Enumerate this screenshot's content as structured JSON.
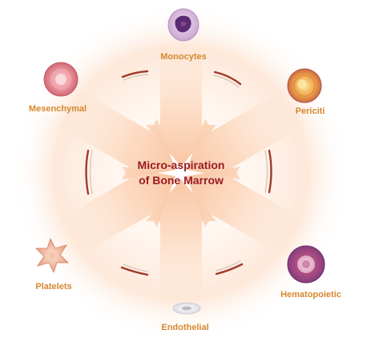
{
  "center": {
    "line1": "Micro-aspiration",
    "line2": "of Bone Marrow"
  },
  "cells": [
    {
      "label": "Monocytes"
    },
    {
      "label": "Periciti"
    },
    {
      "label": "Hematopoietic"
    },
    {
      "label": "Endothelial"
    },
    {
      "label": "Platelets"
    },
    {
      "label": "Mesenchymal"
    }
  ],
  "colors": {
    "label": "#d5872f",
    "center_text": "#9a1b24",
    "arc": "#a23a2a",
    "arrow_glow": "#fcd7bd"
  },
  "icons": [
    "monocyte-cell-icon",
    "pericyte-cell-icon",
    "hematopoietic-cell-icon",
    "endothelial-cell-icon",
    "platelet-cell-icon",
    "mesenchymal-cell-icon"
  ]
}
